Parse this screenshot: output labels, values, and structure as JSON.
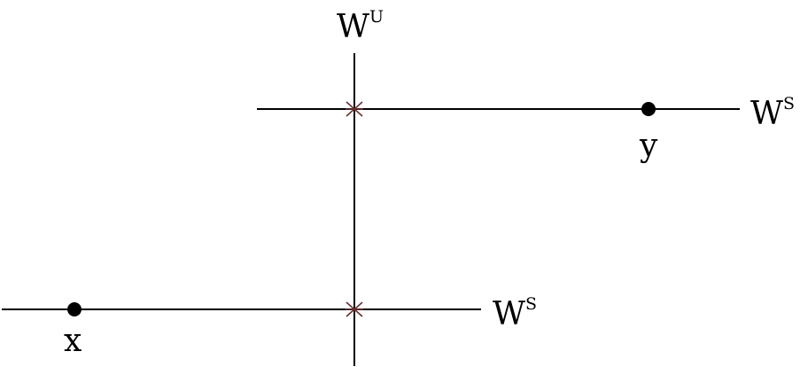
{
  "diagram": {
    "colors": {
      "line": "#000000",
      "crossing_mark": "#6b2f2f",
      "point": "#000000"
    },
    "labels": {
      "unstable_manifold": {
        "base": "W",
        "superscript": "U"
      },
      "stable_manifold_top": {
        "base": "W",
        "superscript": "S"
      },
      "stable_manifold_bottom": {
        "base": "W",
        "superscript": "S"
      }
    },
    "points": {
      "x": "x",
      "y": "y"
    }
  }
}
